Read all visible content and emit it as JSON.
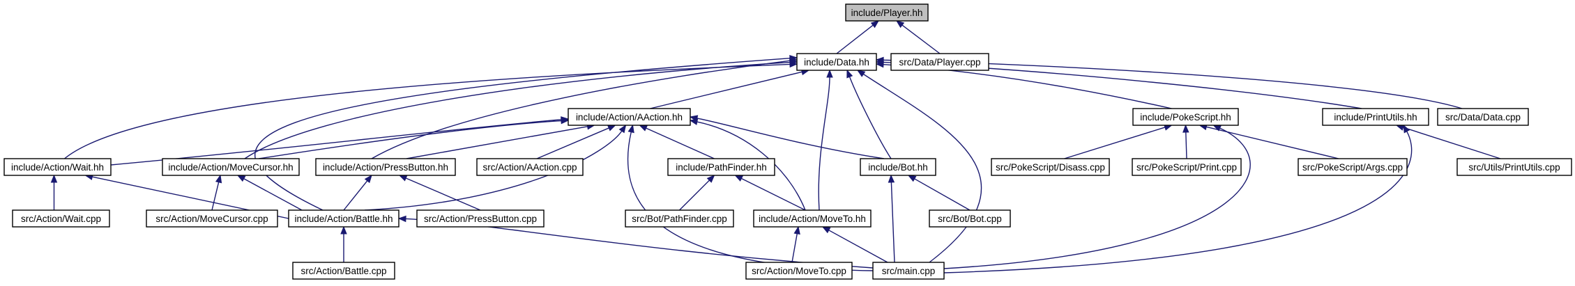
{
  "diagram": {
    "kind": "include-dependency-graph",
    "colors": {
      "edge": "#191970",
      "node_border": "#000000",
      "node_fill": "#ffffff",
      "root_fill": "#bfbfbf"
    },
    "nodes": [
      {
        "id": "player_hh",
        "label": "include/Player.hh",
        "root": true
      },
      {
        "id": "data_hh",
        "label": "include/Data.hh"
      },
      {
        "id": "player_cpp",
        "label": "src/Data/Player.cpp"
      },
      {
        "id": "aaction_hh",
        "label": "include/Action/AAction.hh"
      },
      {
        "id": "pokescript_hh",
        "label": "include/PokeScript.hh"
      },
      {
        "id": "printutils_hh",
        "label": "include/PrintUtils.hh"
      },
      {
        "id": "data_cpp",
        "label": "src/Data/Data.cpp"
      },
      {
        "id": "wait_hh",
        "label": "include/Action/Wait.hh"
      },
      {
        "id": "movecursor_hh",
        "label": "include/Action/MoveCursor.hh"
      },
      {
        "id": "pressbutton_hh",
        "label": "include/Action/PressButton.hh"
      },
      {
        "id": "aaction_cpp",
        "label": "src/Action/AAction.cpp"
      },
      {
        "id": "pathfinder_hh",
        "label": "include/PathFinder.hh"
      },
      {
        "id": "bot_hh",
        "label": "include/Bot.hh"
      },
      {
        "id": "disass_cpp",
        "label": "src/PokeScript/Disass.cpp"
      },
      {
        "id": "print_cpp",
        "label": "src/PokeScript/Print.cpp"
      },
      {
        "id": "args_cpp",
        "label": "src/PokeScript/Args.cpp"
      },
      {
        "id": "printutils_cpp",
        "label": "src/Utils/PrintUtils.cpp"
      },
      {
        "id": "wait_cpp",
        "label": "src/Action/Wait.cpp"
      },
      {
        "id": "movecursor_cpp",
        "label": "src/Action/MoveCursor.cpp"
      },
      {
        "id": "battle_hh",
        "label": "include/Action/Battle.hh"
      },
      {
        "id": "pressbutton_cpp",
        "label": "src/Action/PressButton.cpp"
      },
      {
        "id": "pathfinder_cpp",
        "label": "src/Bot/PathFinder.cpp"
      },
      {
        "id": "moveto_hh",
        "label": "include/Action/MoveTo.hh"
      },
      {
        "id": "bot_cpp",
        "label": "src/Bot/Bot.cpp"
      },
      {
        "id": "battle_cpp",
        "label": "src/Action/Battle.cpp"
      },
      {
        "id": "moveto_cpp",
        "label": "src/Action/MoveTo.cpp"
      },
      {
        "id": "main_cpp",
        "label": "src/main.cpp"
      }
    ],
    "edges": [
      {
        "from": "data_hh",
        "to": "player_hh"
      },
      {
        "from": "player_cpp",
        "to": "player_hh"
      },
      {
        "from": "aaction_hh",
        "to": "data_hh"
      },
      {
        "from": "pokescript_hh",
        "to": "data_hh"
      },
      {
        "from": "printutils_hh",
        "to": "data_hh"
      },
      {
        "from": "data_cpp",
        "to": "data_hh"
      },
      {
        "from": "wait_hh",
        "to": "data_hh"
      },
      {
        "from": "movecursor_hh",
        "to": "data_hh"
      },
      {
        "from": "pressbutton_hh",
        "to": "data_hh"
      },
      {
        "from": "battle_hh",
        "to": "data_hh"
      },
      {
        "from": "moveto_hh",
        "to": "data_hh"
      },
      {
        "from": "bot_hh",
        "to": "data_hh"
      },
      {
        "from": "main_cpp",
        "to": "data_hh"
      },
      {
        "from": "wait_hh",
        "to": "aaction_hh"
      },
      {
        "from": "movecursor_hh",
        "to": "aaction_hh"
      },
      {
        "from": "pressbutton_hh",
        "to": "aaction_hh"
      },
      {
        "from": "aaction_cpp",
        "to": "aaction_hh"
      },
      {
        "from": "pathfinder_hh",
        "to": "aaction_hh"
      },
      {
        "from": "bot_hh",
        "to": "aaction_hh"
      },
      {
        "from": "battle_hh",
        "to": "aaction_hh"
      },
      {
        "from": "moveto_hh",
        "to": "aaction_hh"
      },
      {
        "from": "main_cpp",
        "to": "aaction_hh"
      },
      {
        "from": "disass_cpp",
        "to": "pokescript_hh"
      },
      {
        "from": "print_cpp",
        "to": "pokescript_hh"
      },
      {
        "from": "args_cpp",
        "to": "pokescript_hh"
      },
      {
        "from": "main_cpp",
        "to": "pokescript_hh"
      },
      {
        "from": "printutils_cpp",
        "to": "printutils_hh"
      },
      {
        "from": "main_cpp",
        "to": "printutils_hh"
      },
      {
        "from": "wait_cpp",
        "to": "wait_hh"
      },
      {
        "from": "battle_hh",
        "to": "wait_hh"
      },
      {
        "from": "movecursor_cpp",
        "to": "movecursor_hh"
      },
      {
        "from": "battle_hh",
        "to": "movecursor_hh"
      },
      {
        "from": "battle_hh",
        "to": "pressbutton_hh"
      },
      {
        "from": "pressbutton_cpp",
        "to": "pressbutton_hh"
      },
      {
        "from": "pathfinder_cpp",
        "to": "pathfinder_hh"
      },
      {
        "from": "moveto_hh",
        "to": "pathfinder_hh"
      },
      {
        "from": "bot_cpp",
        "to": "bot_hh"
      },
      {
        "from": "main_cpp",
        "to": "bot_hh"
      },
      {
        "from": "battle_cpp",
        "to": "battle_hh"
      },
      {
        "from": "main_cpp",
        "to": "battle_hh"
      },
      {
        "from": "moveto_cpp",
        "to": "moveto_hh"
      },
      {
        "from": "main_cpp",
        "to": "moveto_hh"
      }
    ]
  }
}
